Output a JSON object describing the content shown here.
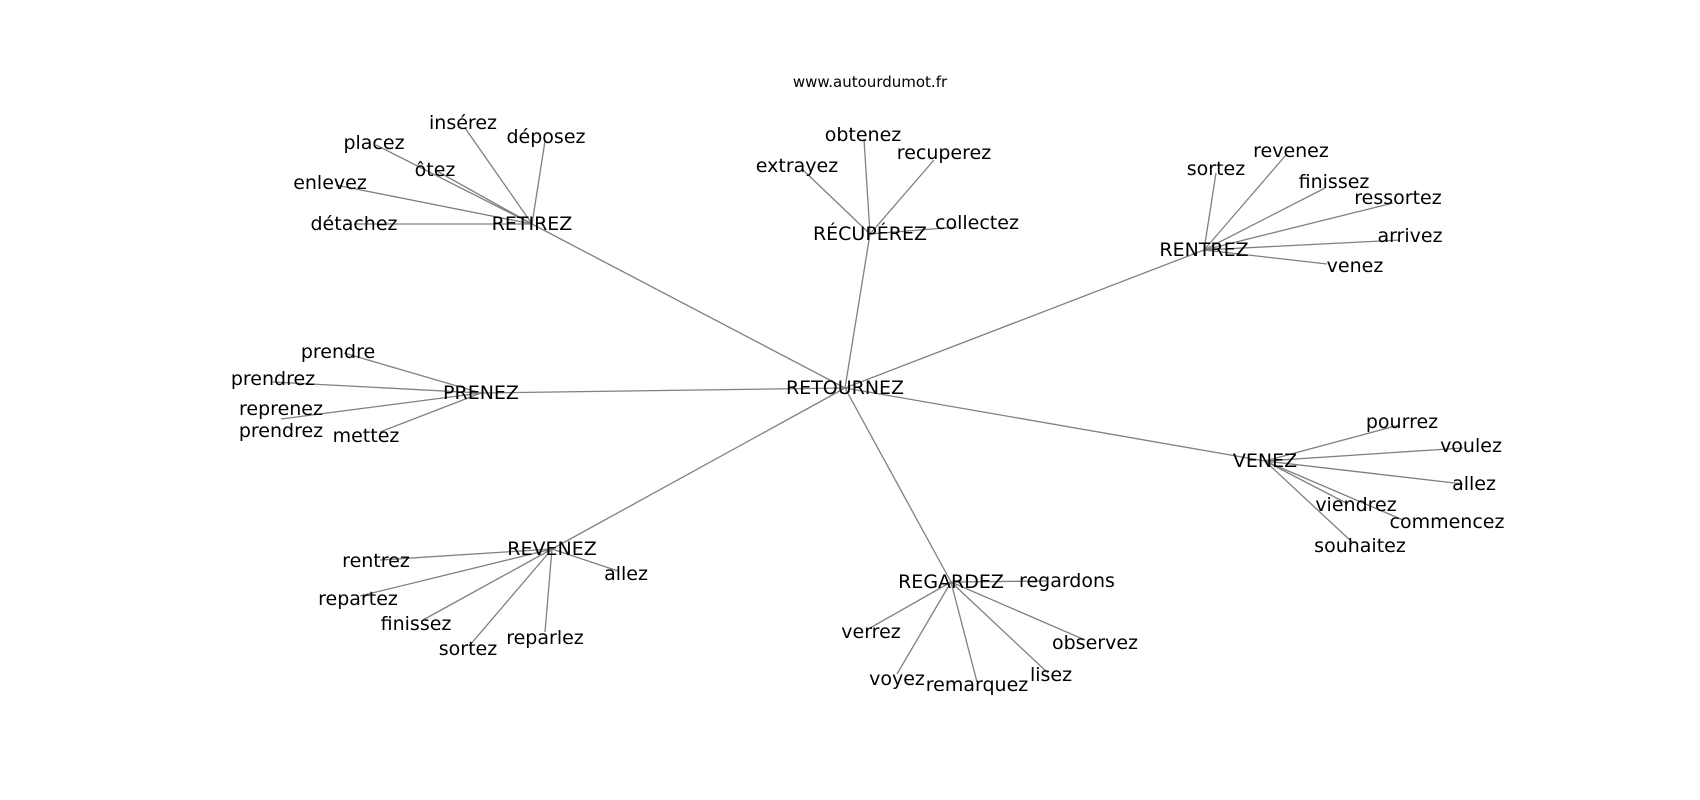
{
  "source_label": "www.autourdumot.fr",
  "colors": {
    "edge": "#808080",
    "text": "#000000",
    "background": "#ffffff"
  },
  "center": {
    "id": "center",
    "label": "RETOURNEZ"
  },
  "clusters": [
    {
      "id": "retirez",
      "label": "RETIREZ",
      "leaves": [
        {
          "id": "inserez",
          "label": "insérez"
        },
        {
          "id": "deposez",
          "label": "déposez"
        },
        {
          "id": "placez",
          "label": "placez"
        },
        {
          "id": "otez",
          "label": "ôtez"
        },
        {
          "id": "enlevez",
          "label": "enlevez"
        },
        {
          "id": "detachez",
          "label": "détachez"
        }
      ]
    },
    {
      "id": "recuperez",
      "label": "RÉCUPÉREZ",
      "leaves": [
        {
          "id": "obtenez",
          "label": "obtenez"
        },
        {
          "id": "recuperez-leaf",
          "label": "recuperez"
        },
        {
          "id": "extrayez",
          "label": "extrayez"
        },
        {
          "id": "collectez",
          "label": "collectez"
        }
      ]
    },
    {
      "id": "rentrez",
      "label": "RENTREZ",
      "leaves": [
        {
          "id": "revenez-leaf",
          "label": "revenez"
        },
        {
          "id": "sortez-leaf",
          "label": "sortez"
        },
        {
          "id": "finissez-leaf",
          "label": "finissez"
        },
        {
          "id": "ressortez",
          "label": "ressortez"
        },
        {
          "id": "arrivez",
          "label": "arrivez"
        },
        {
          "id": "venez",
          "label": "venez"
        }
      ]
    },
    {
      "id": "prenez",
      "label": "PRENEZ",
      "leaves": [
        {
          "id": "prendre",
          "label": "prendre"
        },
        {
          "id": "prendrez",
          "label": "prendrez"
        },
        {
          "id": "reprenez-prendrez",
          "label": "reprenez\nprendrez"
        },
        {
          "id": "mettez",
          "label": "mettez"
        }
      ]
    },
    {
      "id": "venez-hub",
      "label": "VENEZ",
      "leaves": [
        {
          "id": "pourrez",
          "label": "pourrez"
        },
        {
          "id": "voulez",
          "label": "voulez"
        },
        {
          "id": "allez-v",
          "label": "allez"
        },
        {
          "id": "viendrez",
          "label": "viendrez"
        },
        {
          "id": "commencez",
          "label": "commencez"
        },
        {
          "id": "souhaitez",
          "label": "souhaitez"
        }
      ]
    },
    {
      "id": "revenez",
      "label": "REVENEZ",
      "leaves": [
        {
          "id": "rentrez-leaf",
          "label": "rentrez"
        },
        {
          "id": "allez-r",
          "label": "allez"
        },
        {
          "id": "repartez",
          "label": "repartez"
        },
        {
          "id": "finissez-r",
          "label": "finissez"
        },
        {
          "id": "sortez-r",
          "label": "sortez"
        },
        {
          "id": "reparlez",
          "label": "reparlez"
        }
      ]
    },
    {
      "id": "regardez",
      "label": "REGARDEZ",
      "leaves": [
        {
          "id": "regardons",
          "label": "regardons"
        },
        {
          "id": "verrez",
          "label": "verrez"
        },
        {
          "id": "observez",
          "label": "observez"
        },
        {
          "id": "voyez",
          "label": "voyez"
        },
        {
          "id": "remarquez",
          "label": "remarquez"
        },
        {
          "id": "lisez",
          "label": "lisez"
        }
      ]
    }
  ]
}
